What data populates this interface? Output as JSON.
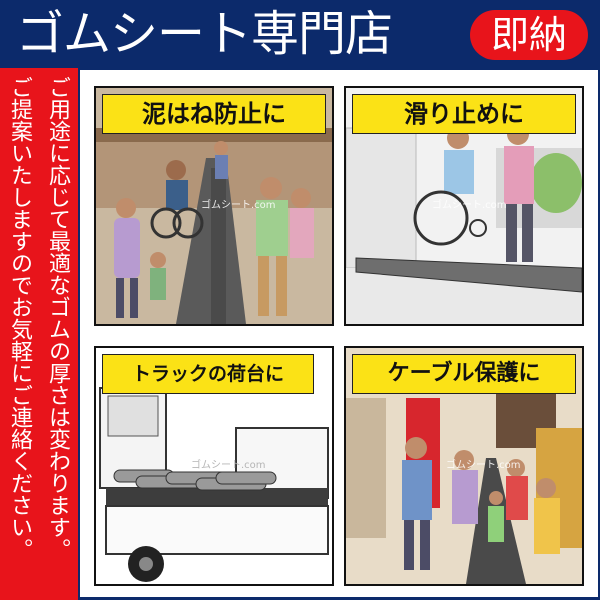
{
  "header": {
    "title": "ゴムシート専門店",
    "badge": "即納"
  },
  "sidebar": {
    "lines": [
      "ご用途に応じて最適なゴムの厚さは変わります。",
      "ご提案いたしますのでお気軽にご連絡ください。"
    ]
  },
  "panels": [
    {
      "label": "泥はね防止に",
      "watermark": "ゴムシート.com"
    },
    {
      "label": "滑り止めに",
      "watermark": "ゴムシート.com"
    },
    {
      "label": "トラックの荷台に",
      "watermark": "ゴムシート.com"
    },
    {
      "label": "ケーブル保護に",
      "watermark": "ゴムシート.com"
    }
  ],
  "colors": {
    "navy": "#0c2a6b",
    "red": "#e8141b",
    "banner_yellow": "#fbe216"
  }
}
